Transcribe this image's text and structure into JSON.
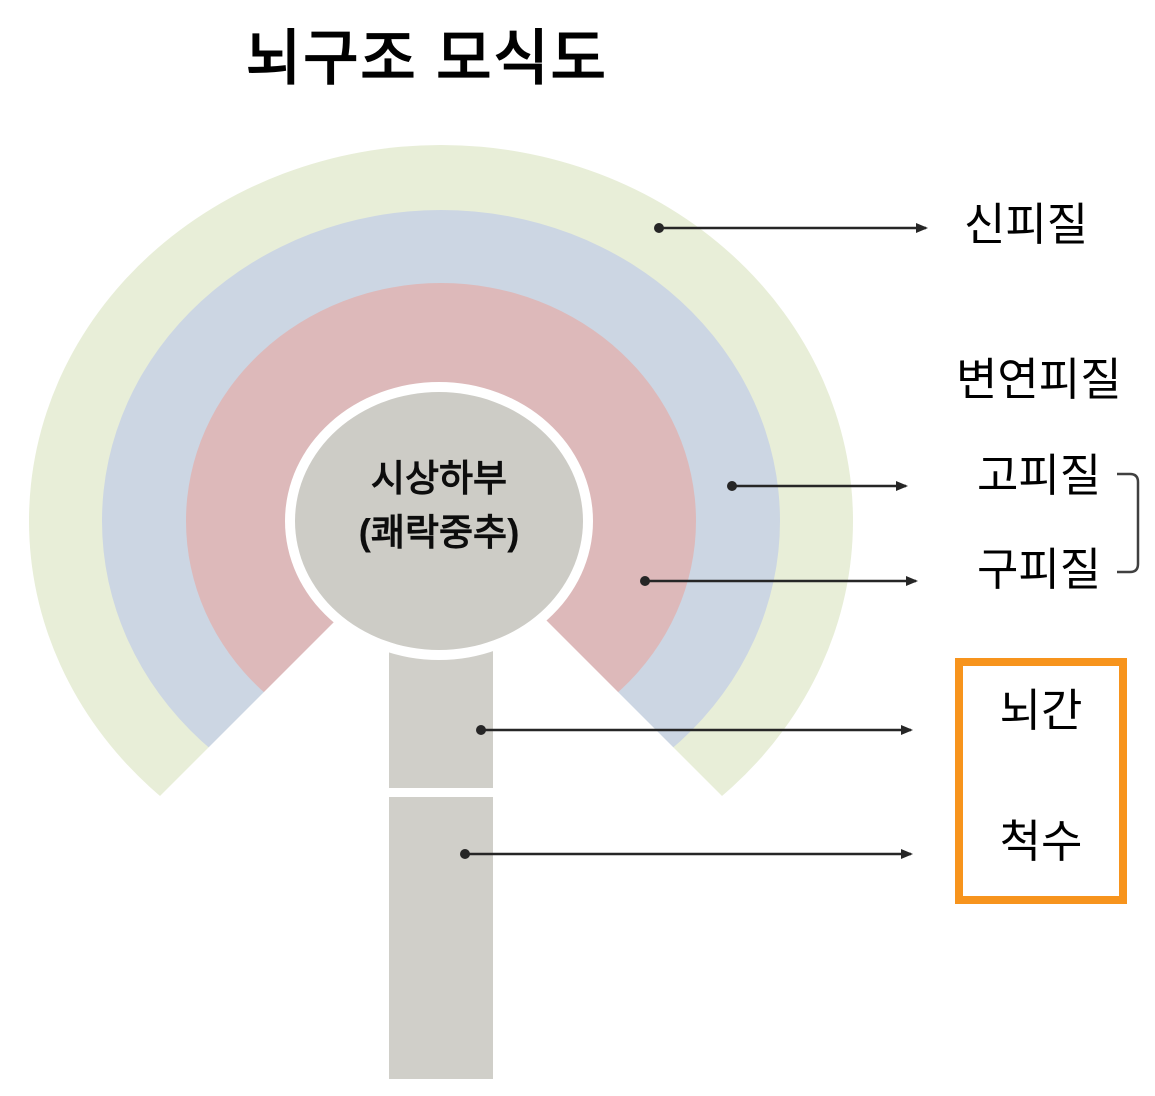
{
  "title": "뇌구조 모식도",
  "diagram": {
    "center": {
      "line1": "시상하부",
      "line2": "(쾌락중추)"
    },
    "labels": {
      "neocortex": "신피질",
      "limbic_cortex": "변연피질",
      "paleocortex": "고피질",
      "archicortex": "구피질",
      "brainstem": "뇌간",
      "spinal_cord": "척수"
    },
    "colors": {
      "neocortex_ring": "#e8eed8",
      "paleocortex_ring": "#ccd6e3",
      "archicortex_ring": "#ddb9ba",
      "center_circle": "#cdccc6",
      "stem": "#d0cfc9",
      "notch": "#ffffff",
      "circle_outline": "#ffffff",
      "arrow": "#262626",
      "bracket": "#404040",
      "highlight_box": "#f7941d"
    }
  }
}
